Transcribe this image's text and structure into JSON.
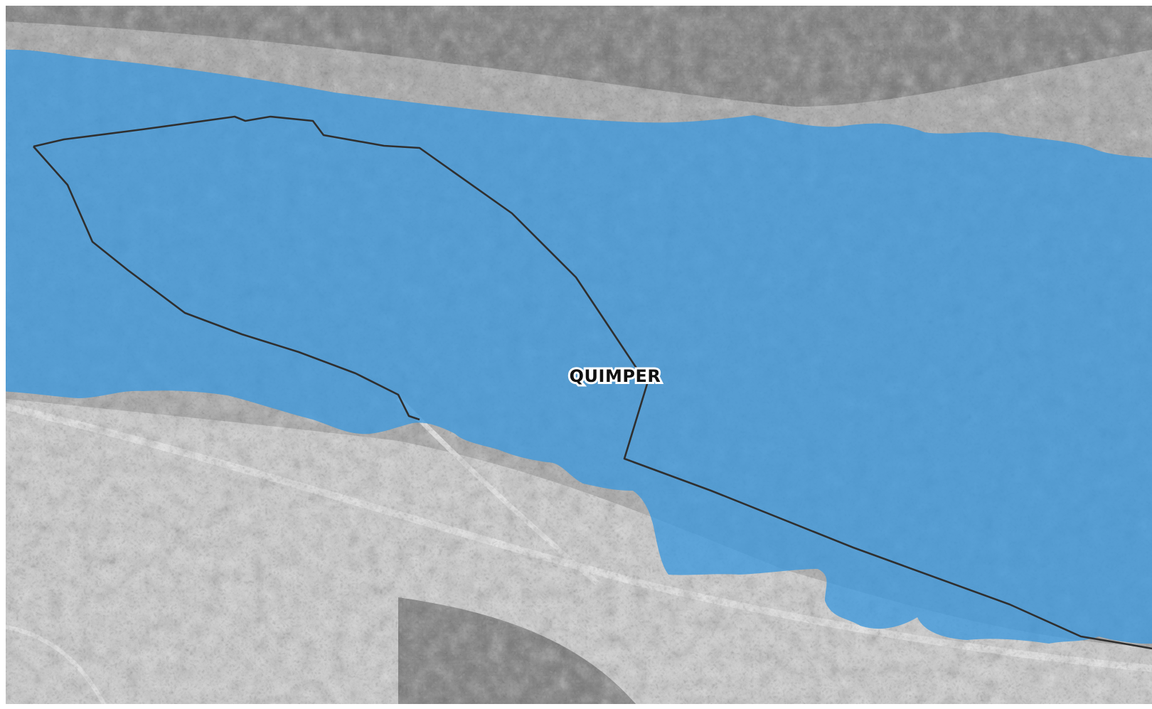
{
  "map": {
    "basemap": "greyscale-aerial-photo",
    "colors": {
      "basemap_base": "#a9a9a9",
      "basemap_dark": "#7a7a7a",
      "basemap_light": "#d0d0d0",
      "flood_zone_fill": "#3d98dd",
      "study_perimeter_stroke": "#2f2f2f",
      "label_text": "#111111",
      "label_halo": "#ffffff",
      "frame": "#ffffff"
    },
    "layers": [
      {
        "id": "flood-zone",
        "type": "polygon-fill"
      },
      {
        "id": "study-perimeter",
        "type": "polygon-outline"
      }
    ],
    "place_label": "QUIMPER"
  }
}
